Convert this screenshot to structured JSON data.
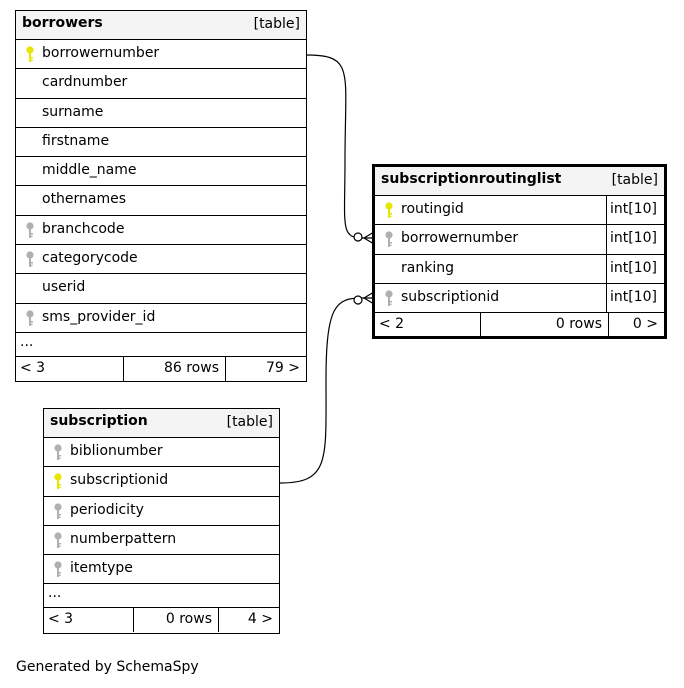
{
  "tables": {
    "borrowers": {
      "name": "borrowers",
      "type": "[table]",
      "columns": [
        {
          "name": "borrowernumber",
          "key": "primary"
        },
        {
          "name": "cardnumber",
          "key": "none"
        },
        {
          "name": "surname",
          "key": "none"
        },
        {
          "name": "firstname",
          "key": "none"
        },
        {
          "name": "middle_name",
          "key": "none"
        },
        {
          "name": "othernames",
          "key": "none"
        },
        {
          "name": "branchcode",
          "key": "foreign"
        },
        {
          "name": "categorycode",
          "key": "foreign"
        },
        {
          "name": "userid",
          "key": "none"
        },
        {
          "name": "sms_provider_id",
          "key": "foreign"
        }
      ],
      "ellipsis": "...",
      "footer": {
        "parents": "< 3",
        "rows": "86 rows",
        "children": "79 >"
      }
    },
    "subscriptionroutinglist": {
      "name": "subscriptionroutinglist",
      "type": "[table]",
      "columns": [
        {
          "name": "routingid",
          "key": "primary",
          "type": "int[10]"
        },
        {
          "name": "borrowernumber",
          "key": "foreign",
          "type": "int[10]"
        },
        {
          "name": "ranking",
          "key": "none",
          "type": "int[10]"
        },
        {
          "name": "subscriptionid",
          "key": "foreign",
          "type": "int[10]"
        }
      ],
      "footer": {
        "parents": "< 2",
        "rows": "0 rows",
        "children": "0 >"
      }
    },
    "subscription": {
      "name": "subscription",
      "type": "[table]",
      "columns": [
        {
          "name": "biblionumber",
          "key": "foreign"
        },
        {
          "name": "subscriptionid",
          "key": "primary"
        },
        {
          "name": "periodicity",
          "key": "foreign"
        },
        {
          "name": "numberpattern",
          "key": "foreign"
        },
        {
          "name": "itemtype",
          "key": "foreign"
        }
      ],
      "ellipsis": "...",
      "footer": {
        "parents": "< 3",
        "rows": "0 rows",
        "children": "4 >"
      }
    }
  },
  "colors": {
    "primary_key": "#e6e600",
    "foreign_key": "#b0b0b0",
    "header_bg": "#f4f4f4"
  },
  "generated_by": "Generated by SchemaSpy"
}
